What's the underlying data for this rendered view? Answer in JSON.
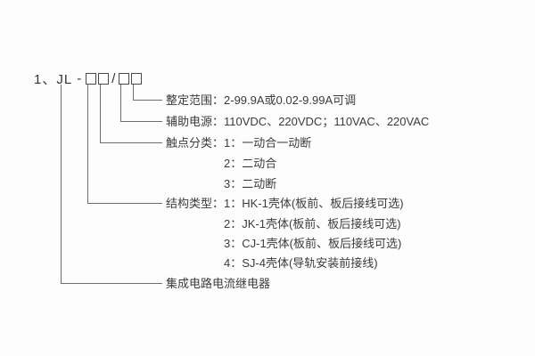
{
  "model_code": {
    "prefix": "1、JL",
    "dash": "-",
    "slash": "/"
  },
  "annotations": {
    "setting_range": {
      "label": "整定范围：",
      "value": "2-99.9A或0.02-9.99A可调"
    },
    "aux_power": {
      "label": "辅助电源：",
      "value": "110VDC、220VDC；110VAC、220VAC"
    },
    "contact_type": {
      "label": "触点分类：",
      "options": [
        "1：一动合一动断",
        "2：二动合",
        "3：二动断"
      ]
    },
    "structure_type": {
      "label": "结构类型：",
      "options": [
        "1：HK-1壳体(板前、板后接线可选)",
        "2：JK-1壳体(板前、板后接线可选)",
        "3：CJ-1壳体(板前、板后接线可选)",
        "4：SJ-4壳体(导轨安装前接线)"
      ]
    },
    "product_name": "集成电路电流继电器"
  }
}
